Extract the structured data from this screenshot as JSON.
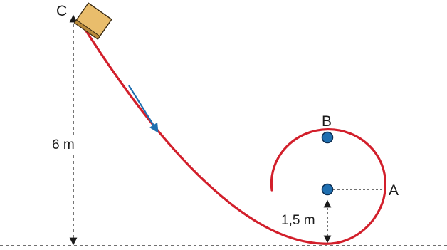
{
  "labels": {
    "point_c": "C",
    "point_b": "B",
    "point_a": "A",
    "height_c": "6 m",
    "radius": "1,5 m"
  },
  "colors": {
    "track": "#d21f2b",
    "point_fill": "#1f6fb0",
    "point_stroke": "#0d2e52",
    "motion_arrow": "#1f6fb0",
    "block_fill": "#e9bd6c",
    "block_stroke": "#3a2a12",
    "dimension_line": "#1a1a1a"
  },
  "icons": {
    "block": "sliding-block",
    "motion": "down-right-arrow",
    "ground": "dashed-ground-line"
  }
}
